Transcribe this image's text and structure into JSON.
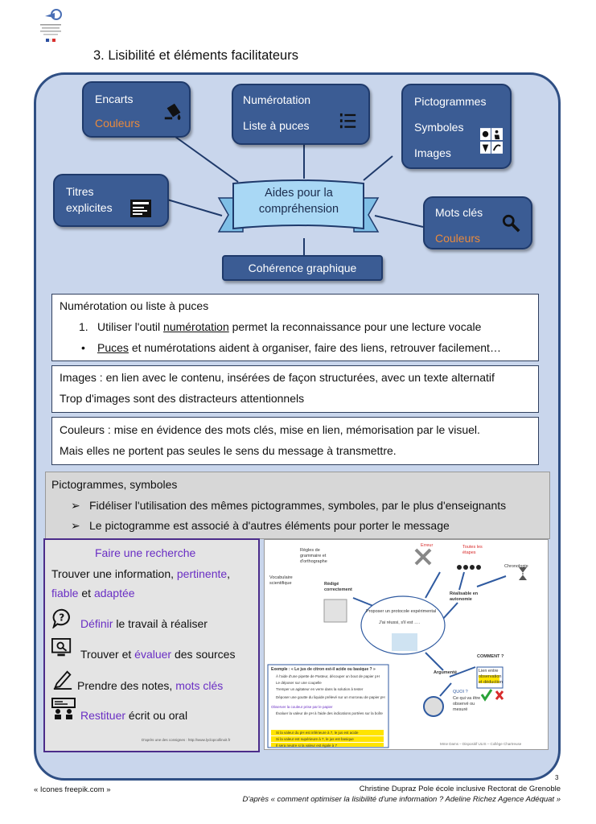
{
  "page": {
    "title": "3. Lisibilité et éléments facilitateurs",
    "number": "3"
  },
  "diagram": {
    "encarts": {
      "line1": "Encarts",
      "line2": "Couleurs"
    },
    "numerotation": {
      "line1": "Numérotation",
      "line2": "Liste à puces"
    },
    "pictogrammes": {
      "line1": "Pictogrammes",
      "line2": "Symboles",
      "line3": "Images"
    },
    "titres": {
      "line1": "Titres",
      "line2": "explicites"
    },
    "mots_cles": {
      "line1": "Mots clés",
      "line2": "Couleurs"
    },
    "center": {
      "line1": "Aides pour la",
      "line2": "compréhension"
    },
    "coherence": "Cohérence graphique",
    "colors": {
      "node_fill": "#3b5c94",
      "panel_fill": "#c9d6ec",
      "accent_orange": "#e98a3d",
      "ribbon_fill": "#a9d8f5"
    }
  },
  "box_numerotation": {
    "heading": "Numérotation ou liste à puces",
    "item1_num": "1.",
    "item1_pre": "Utiliser l'outil",
    "item1_link": "numérotation",
    "item1_post": "permet la reconnaissance pour une lecture vocale",
    "item2_bullet": "•",
    "item2_link": "Puces",
    "item2_post": "et numérotations aident à organiser, faire des liens, retrouver facilement…"
  },
  "box_images": {
    "line1": "Images : en lien avec le contenu, insérées de façon structurées, avec un texte alternatif",
    "line2": "Trop d'images sont des distracteurs attentionnels"
  },
  "box_couleurs": {
    "line1": "Couleurs : mise en évidence des mots clés, mise en lien, mémorisation par le visuel.",
    "line2": "Mais elles ne portent pas seules le sens du message à transmettre."
  },
  "box_picto": {
    "heading": "Pictogrammes, symboles",
    "item1": "Fidéliser l'utilisation des mêmes pictogrammes, symboles,  par le plus d'enseignants",
    "item2": "Le pictogramme est associé à d'autres éléments pour porter le message",
    "arrow": "➢"
  },
  "research": {
    "title": "Faire une recherche",
    "intro1_a": "Trouver une information, ",
    "intro1_b": "pertinente",
    "intro1_c": ",",
    "intro2_a": "fiable",
    "intro2_b": " et ",
    "intro2_c": "adaptée",
    "step1_a": "Définir",
    "step1_b": " le travail à réaliser",
    "step2_a": "Trouver et ",
    "step2_b": "évaluer",
    "step2_c": " des sources",
    "step3_a": "Prendre des notes, ",
    "step3_b": "mots clés",
    "step4_a": "Restituer",
    "step4_b": " écrit ou oral",
    "credit": "D'après une des consignes : http://www.lyclopcollinoit.fr"
  },
  "mindmap": {
    "regles": "Règles de grammaire et d'orthographe",
    "vocab": "Vocabulaire scientifique",
    "redige": "Rédigé correctement",
    "erreur": "Erreur",
    "toutes": "Toutes les étapes",
    "chrono": "Chronologie",
    "realisable": "Réalisable en autonomie",
    "center1": "Proposer un protocole expérimental",
    "center2": "J'ai réussi, s'il est ….",
    "argumente": "Argumenté",
    "comment": "COMMENT ?",
    "comment_detail": "Lien entre observation et déduction",
    "quoi": "QUOI ?",
    "quoi_detail": "Ce qui va être observé ou mesuré",
    "ex_title": "Exemple : « Le jus de citron est-il acide ou basique ? »",
    "ex1": "À l'aide d'une pipette de Pasteur, découper un bout de papier pH",
    "ex2": "Le déposer sur une coupelle",
    "ex3": "Tremper un agitateur en verre dans la solution à tester",
    "ex4": "Déposer une goutte du liquide prélevé sur un morceau de papier pH",
    "ex5": "Observer la couleur prise par le papier",
    "ex6": "Évaluer la valeur de pH à l'aide des indications portées sur la boîte",
    "ex7": "Si la valeur du pH est inférieure à 7, le jus est acide",
    "ex8": "Si la valeur est supérieure à 7, le jus est basique",
    "ex9": "Il sera neutre si la valeur est égale à 7",
    "credit": "Mme Dams – Dispositif ULIS – Collège Chartreuse"
  },
  "footer": {
    "left": "« Icones freepik.com »",
    "right1": "Christine Dupraz Pole école inclusive Rectorat de Grenoble",
    "right2": "D'après « comment optimiser la lisibilité d'une information ? Adeline Richez Agence Adéquat »"
  }
}
